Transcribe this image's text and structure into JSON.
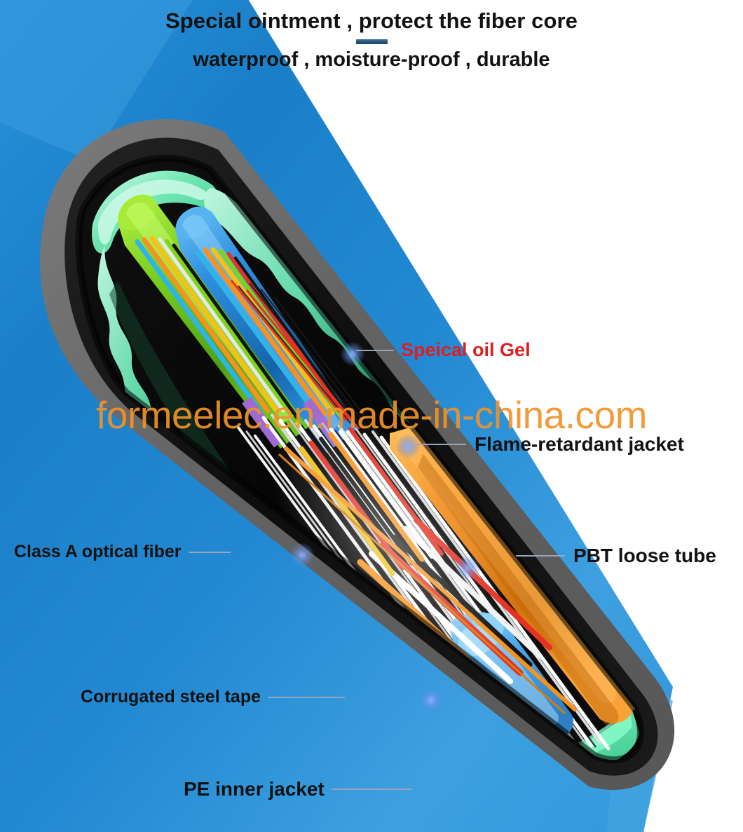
{
  "heading": {
    "line1": "Special ointment , protect the fiber core",
    "line2": "waterproof , moisture-proof , durable",
    "rule_color": "#255273"
  },
  "watermark": {
    "text": "formeelec.en.made-in-china.com",
    "color": "#f0932a"
  },
  "callouts": [
    {
      "id": "oil-gel",
      "label": "Speical oil Gel",
      "color": "#dc2020"
    },
    {
      "id": "flame-retardant",
      "label": "Flame-retardant jacket",
      "color": "#121212"
    },
    {
      "id": "class-a-fiber",
      "label": "Class A optical fiber",
      "color": "#121212"
    },
    {
      "id": "pbt-loose-tube",
      "label": "PBT loose tube",
      "color": "#121212"
    },
    {
      "id": "corrugated-steel",
      "label": "Corrugated steel tape",
      "color": "#121212"
    },
    {
      "id": "pe-inner-jacket",
      "label": "PE inner jacket",
      "color": "#121212"
    }
  ],
  "artwork": {
    "name": "fiber-optic-cable-cutaway",
    "layers": [
      {
        "name": "outer-jacket",
        "material": "blue PE sheath",
        "color": "#2186ce"
      },
      {
        "name": "flame-retardant-jacket",
        "material": "dark grey sheath",
        "color": "#6b6b6b"
      },
      {
        "name": "pe-inner-jacket",
        "material": "black inner jacket",
        "color": "#121212"
      },
      {
        "name": "corrugated-steel-tape",
        "material": "mint corrugated armour",
        "color": "#7fe3c0"
      },
      {
        "name": "pbt-loose-tube-orange",
        "material": "PBT loose tube",
        "color": "#f59322"
      },
      {
        "name": "pbt-loose-tube-blue",
        "material": "PBT loose tube",
        "color": "#2f8fe0"
      },
      {
        "name": "pbt-loose-tube-green",
        "material": "PBT loose tube",
        "color": "#7ed321"
      },
      {
        "name": "optical-fibers",
        "material": "Class A optical fiber",
        "color": "#e8e8e8"
      },
      {
        "name": "oil-gel",
        "material": "special oil gel filling",
        "color": "#d8d8d0"
      }
    ],
    "fiber_colors": [
      "#e53225",
      "#f2c21a",
      "#ffffff",
      "#141414",
      "#f59322",
      "#2fb4e8",
      "#7ed321",
      "#9f6bd0"
    ]
  }
}
